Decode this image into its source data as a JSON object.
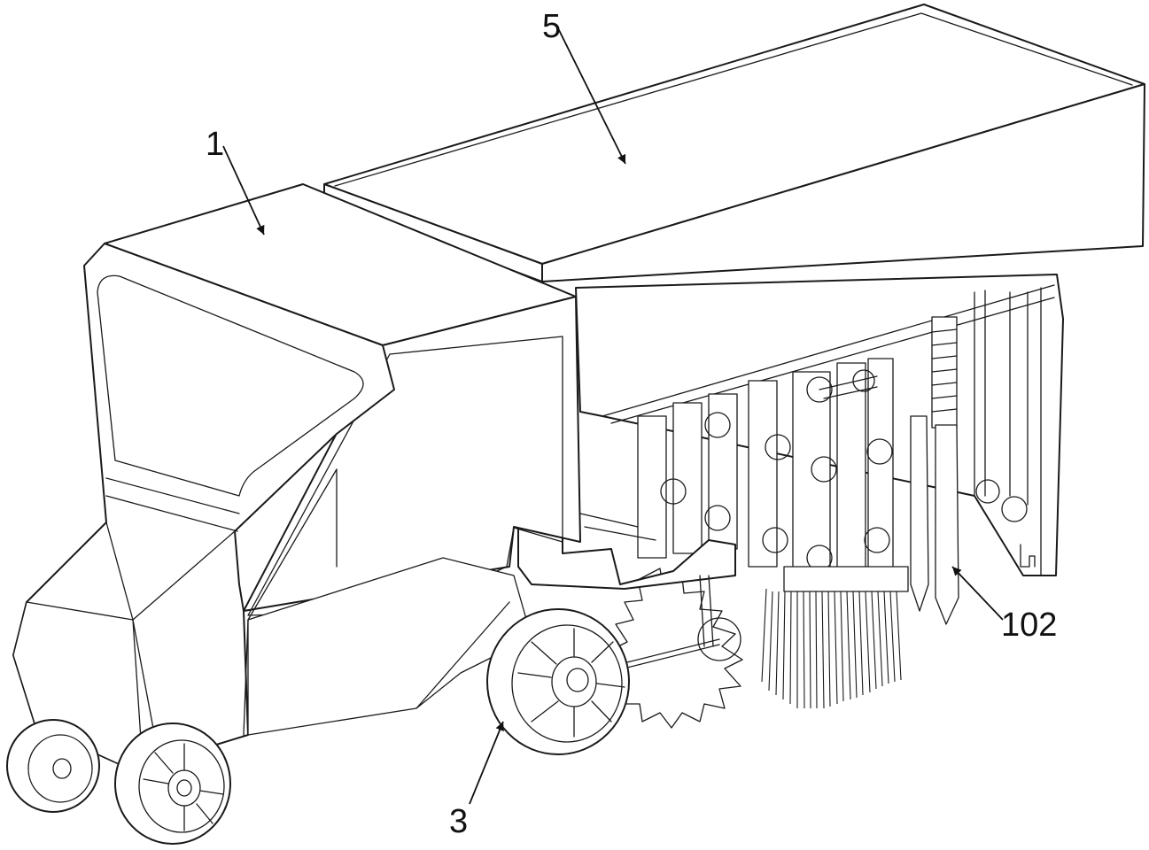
{
  "labels": {
    "part_1": "1",
    "part_5": "5",
    "part_3": "3",
    "part_102": "102"
  },
  "colors": {
    "stroke": "#1a1a1a",
    "background": "#ffffff"
  }
}
